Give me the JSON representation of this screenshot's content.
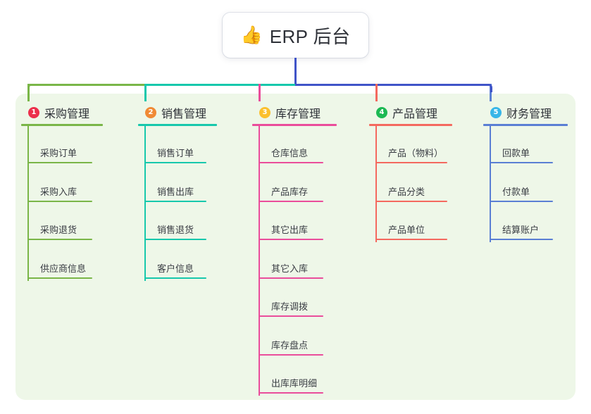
{
  "diagram": {
    "title": "ERP 后台",
    "root": {
      "icon": "thumbs-up-icon",
      "emoji": "👍",
      "label": "ERP 后台"
    },
    "panel_color": "#eef7e8",
    "trunk_color": "#4054c8",
    "branches": [
      {
        "number": "1",
        "label": "采购管理",
        "badge_color": "#ec2f4b",
        "line_color": "#7ab648",
        "items": [
          "采购订单",
          "采购入库",
          "采购退货",
          "供应商信息"
        ]
      },
      {
        "number": "2",
        "label": "销售管理",
        "badge_color": "#f08a35",
        "line_color": "#17c8ac",
        "items": [
          "销售订单",
          "销售出库",
          "销售退货",
          "客户信息"
        ]
      },
      {
        "number": "3",
        "label": "库存管理",
        "badge_color": "#fbc02d",
        "line_color": "#ea4d9b",
        "items": [
          "仓库信息",
          "产品库存",
          "其它出库",
          "其它入库",
          "库存调拨",
          "库存盘点",
          "出库库明细"
        ]
      },
      {
        "number": "4",
        "label": "产品管理",
        "badge_color": "#1db954",
        "line_color": "#f4695f",
        "items": [
          "产品（物料）",
          "产品分类",
          "产品单位"
        ]
      },
      {
        "number": "5",
        "label": "财务管理",
        "badge_color": "#38b6e8",
        "line_color": "#5a7fd4",
        "items": [
          "回款单",
          "付款单",
          "结算账户"
        ]
      }
    ]
  }
}
